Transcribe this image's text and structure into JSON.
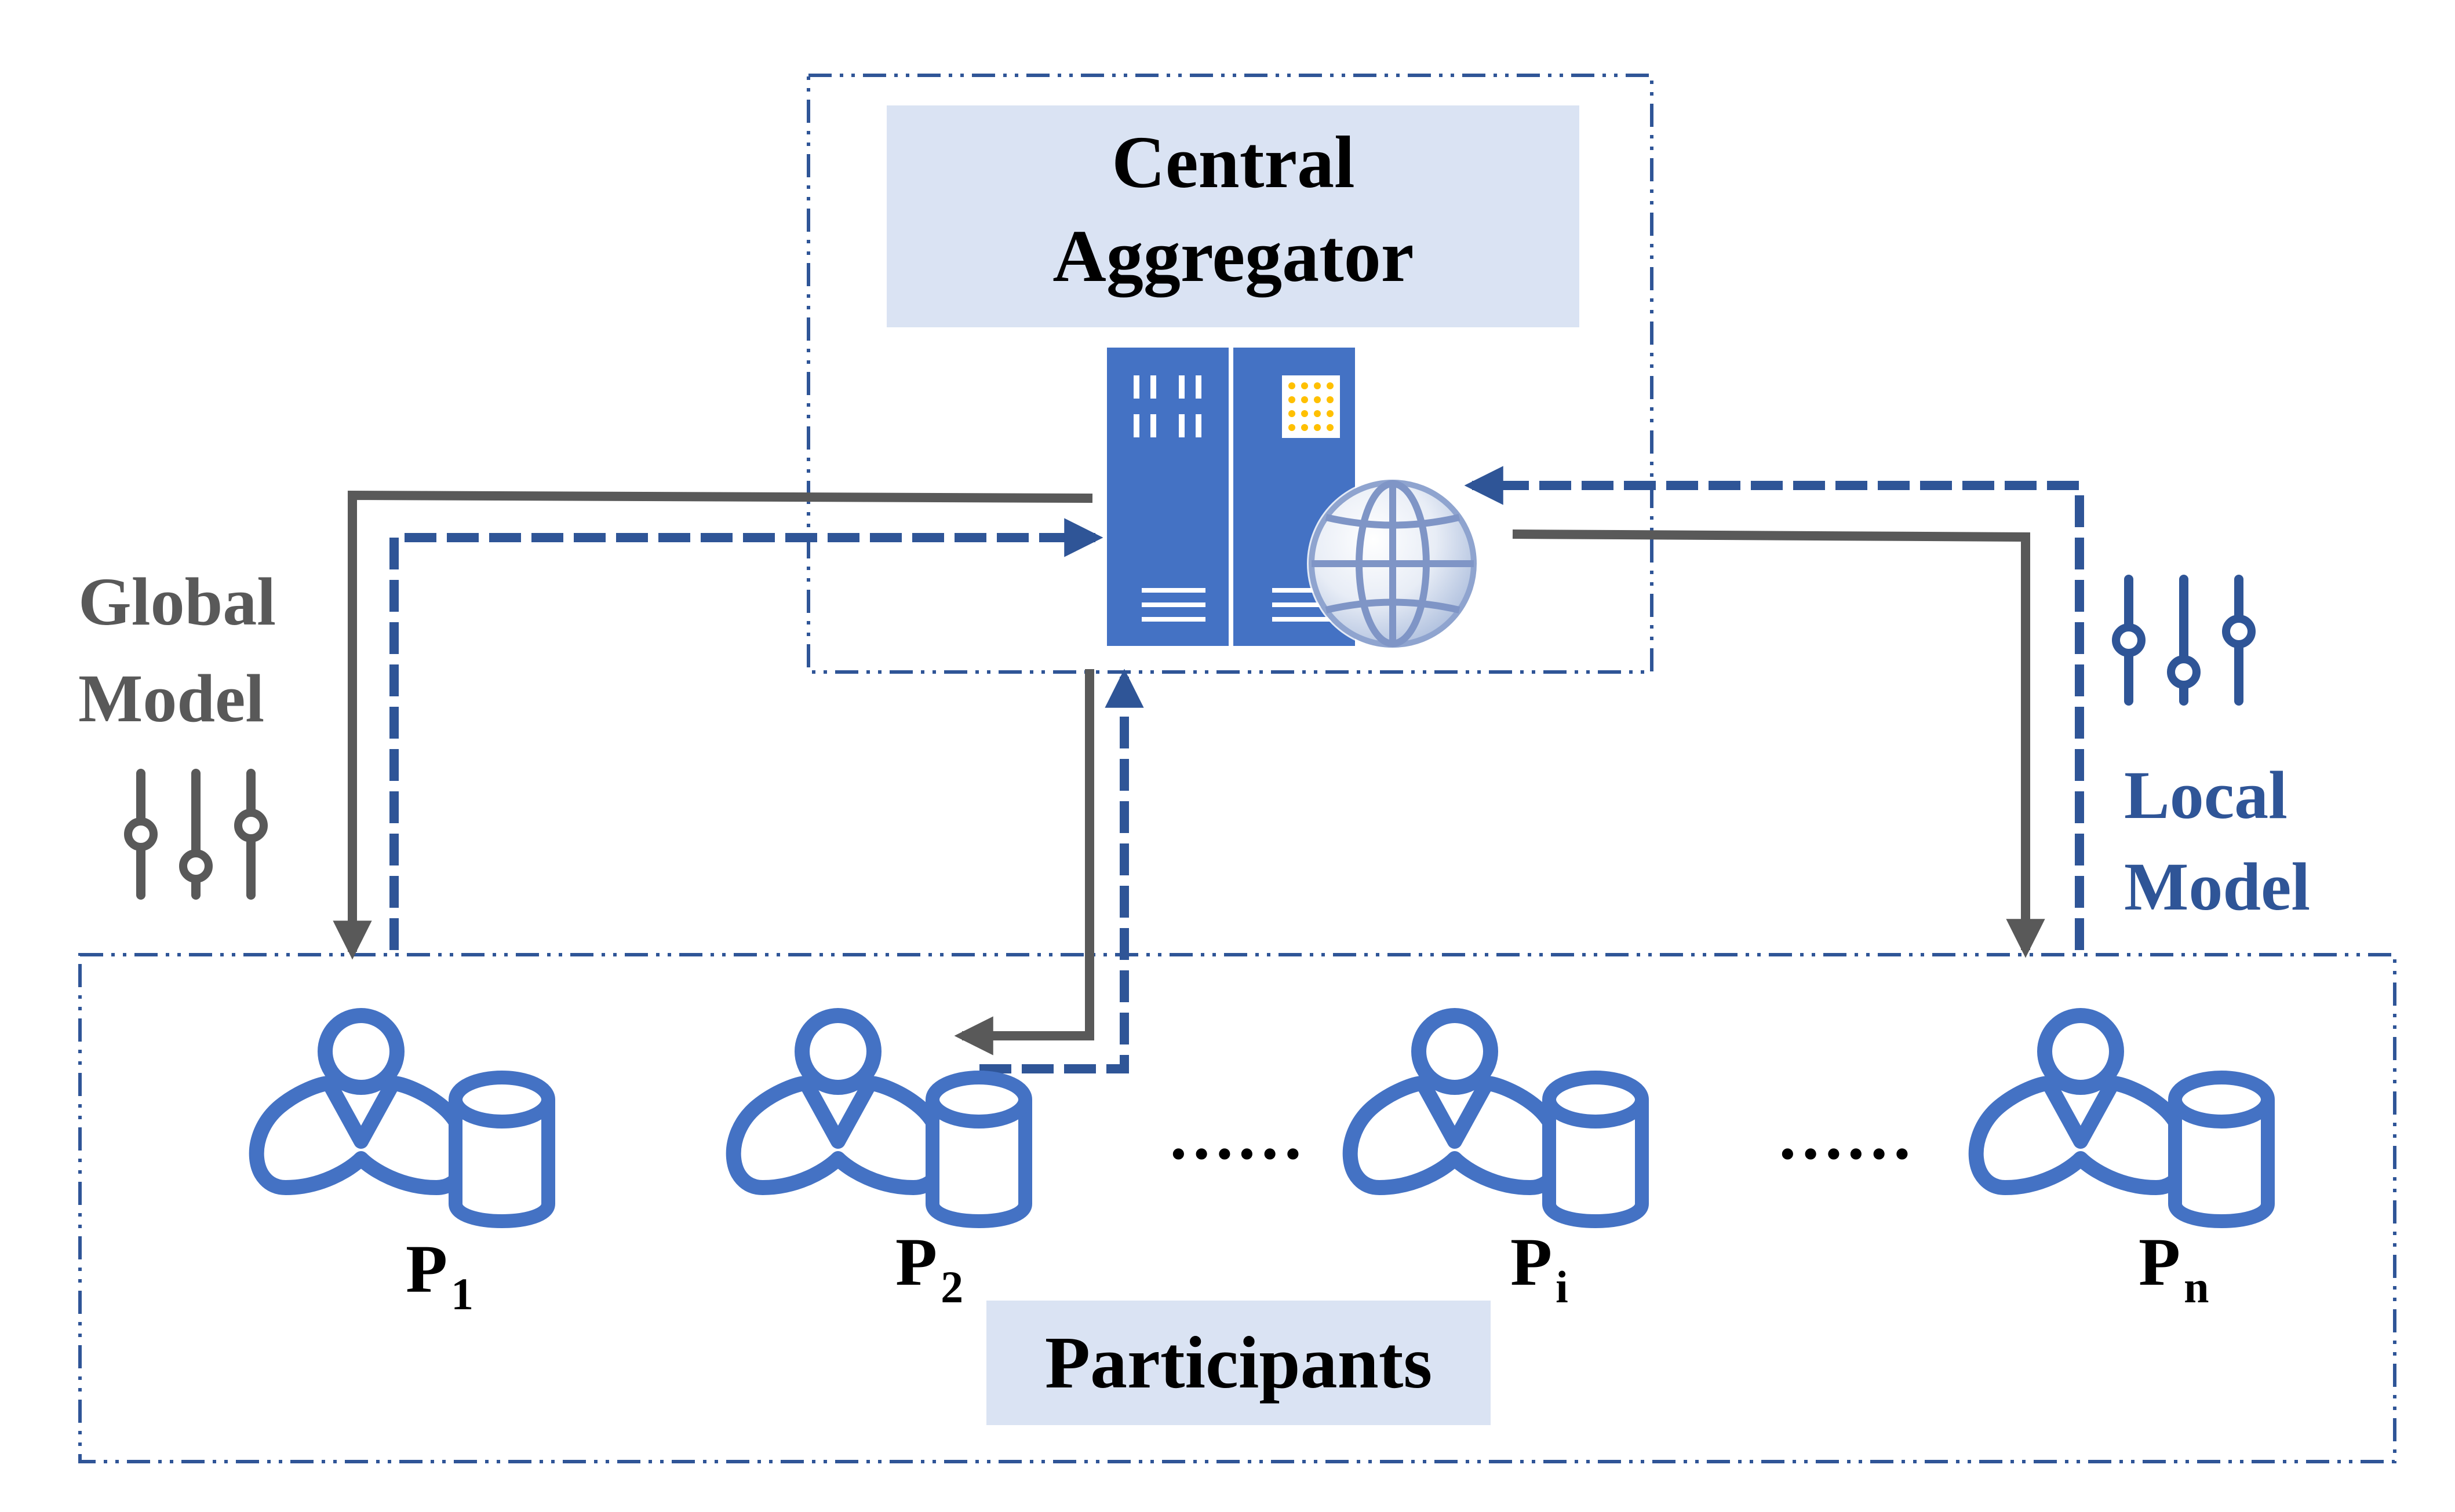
{
  "colors": {
    "background": "#FFFFFF",
    "label_panel": "#DAE3F3",
    "gray_path": "#595959",
    "blue_path": "#2F5597",
    "icon_blue": "#4472C4",
    "server_dots": "#FFC000",
    "text_dark": "#000000",
    "text_gray": "#595959",
    "text_blue": "#2F5597",
    "container_border": "#2F5597"
  },
  "diagram": {
    "aggregator": {
      "title_line1": "Central",
      "title_line2": "Aggregator",
      "server_icon": "server-rack-icon",
      "globe_icon": "globe-icon"
    },
    "participants_group": {
      "label": "Participants",
      "participants": [
        {
          "letter": "P",
          "subscript": "1",
          "icon": "user-icon",
          "data_icon": "database-icon"
        },
        {
          "letter": "P",
          "subscript": "2",
          "icon": "user-icon",
          "data_icon": "database-icon"
        },
        {
          "letter": "P",
          "subscript": "i",
          "icon": "user-icon",
          "data_icon": "database-icon"
        },
        {
          "letter": "P",
          "subscript": "n",
          "icon": "user-icon",
          "data_icon": "database-icon"
        }
      ],
      "ellipses": [
        "……",
        "……"
      ]
    },
    "global_model": {
      "line1": "Global",
      "line2": "Model",
      "icon": "sliders-icon",
      "line_style": "solid"
    },
    "local_model": {
      "line1": "Local",
      "line2": "Model",
      "icon": "sliders-icon",
      "line_style": "dashed"
    }
  }
}
